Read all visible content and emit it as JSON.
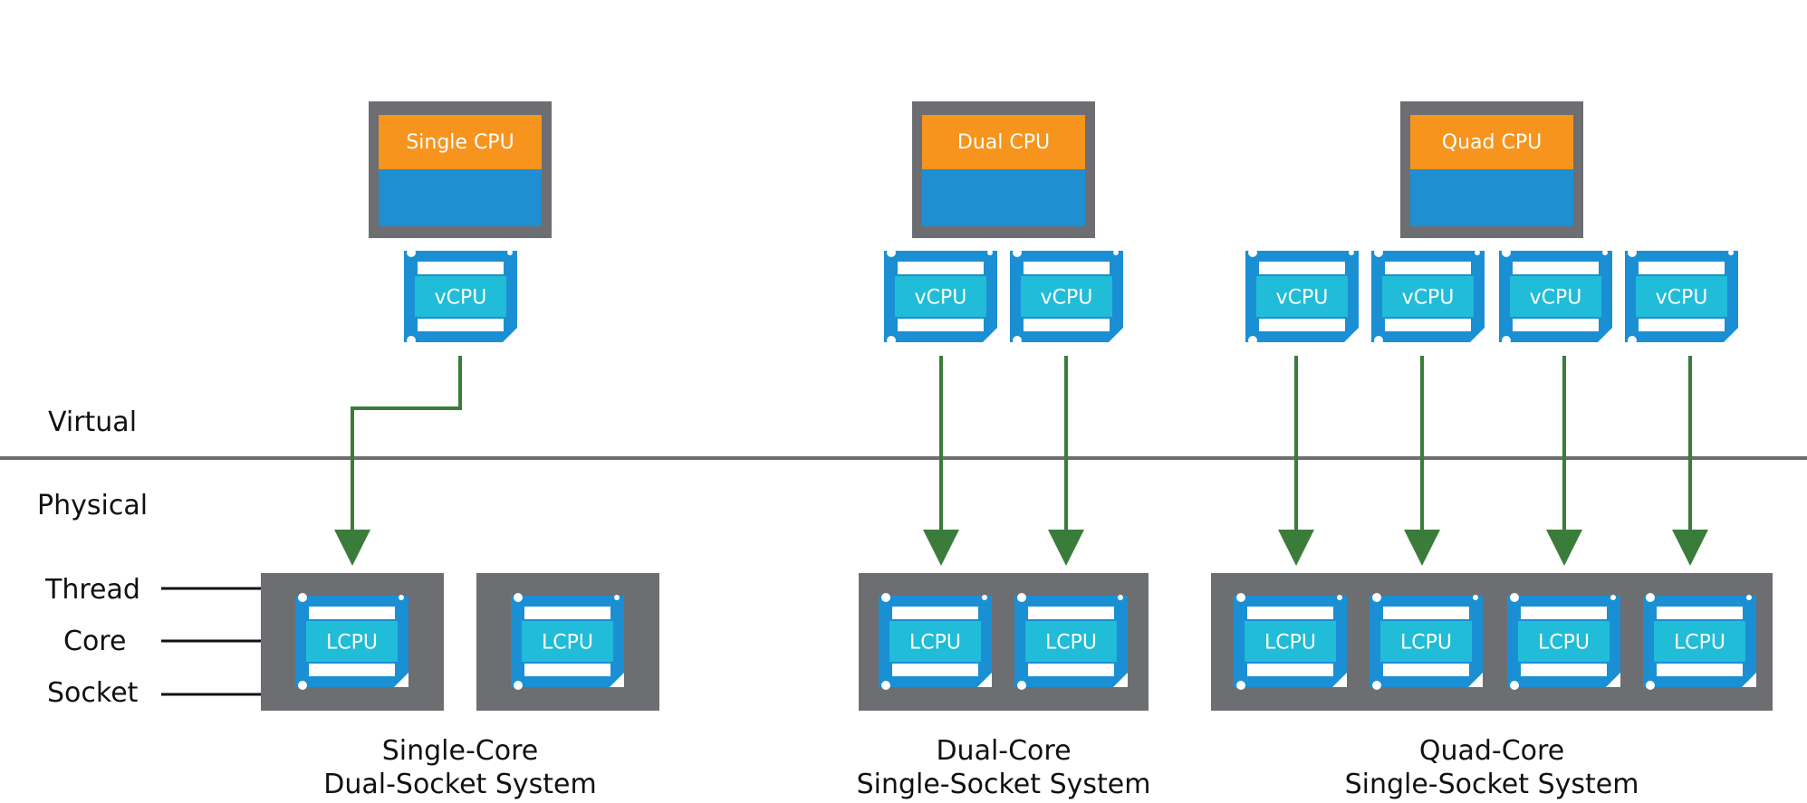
{
  "layers": {
    "virtual": "Virtual",
    "physical": "Physical"
  },
  "levels": {
    "thread": "Thread",
    "core": "Core",
    "socket": "Socket"
  },
  "colors": {
    "vm_frame": "#6d6e71",
    "vm_header": "#f7941d",
    "vm_body": "#1f8fd1",
    "chip_outer": "#1a8fd4",
    "chip_inner": "#20bcd8",
    "socket": "#6d6e71",
    "arrow": "#3a7d3a",
    "divider": "#6d6e71"
  },
  "chip_labels": {
    "vcpu": "vCPU",
    "lcpu": "LCPU"
  },
  "vms": [
    {
      "title": "Single CPU",
      "vcpus": 1
    },
    {
      "title": "Dual CPU",
      "vcpus": 2
    },
    {
      "title": "Quad CPU",
      "vcpus": 4
    }
  ],
  "systems": [
    {
      "caption_line1": "Single-Core",
      "caption_line2": "Dual-Socket System",
      "sockets": 2,
      "cores_per_socket": 1
    },
    {
      "caption_line1": "Dual-Core",
      "caption_line2": "Single-Socket System",
      "sockets": 1,
      "cores_per_socket": 2
    },
    {
      "caption_line1": "Quad-Core",
      "caption_line2": "Single-Socket System",
      "sockets": 1,
      "cores_per_socket": 4
    }
  ]
}
